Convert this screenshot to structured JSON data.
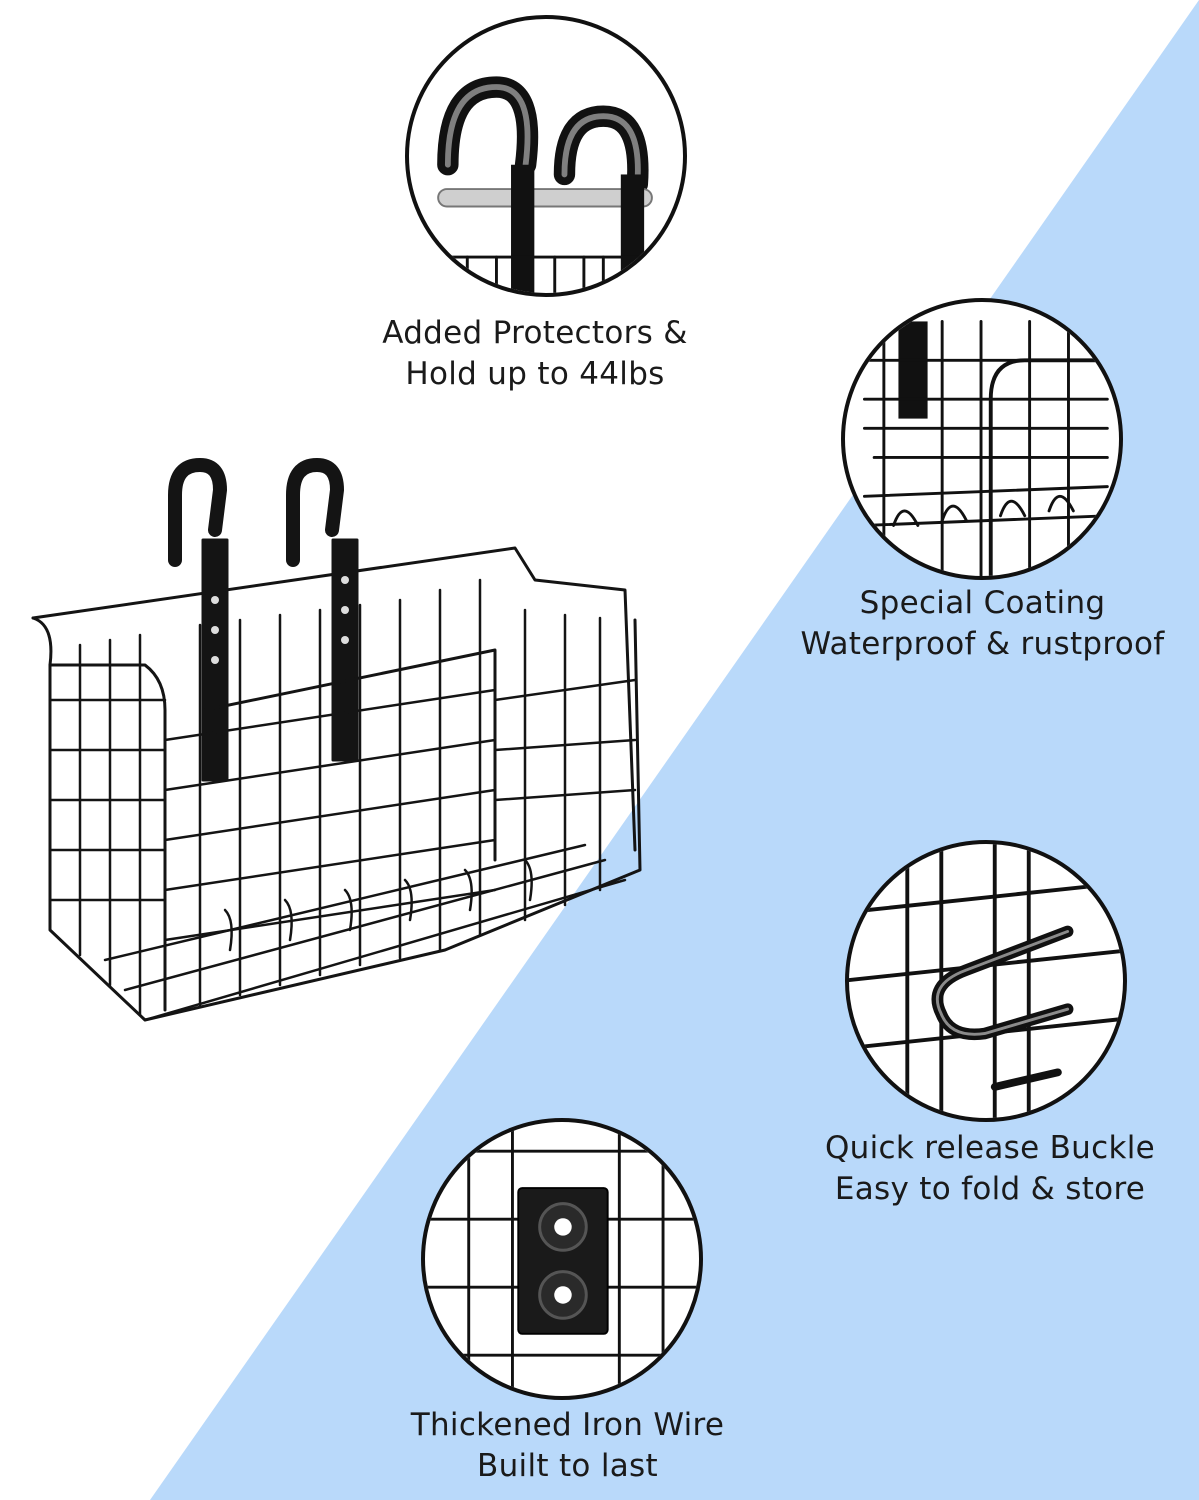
{
  "colors": {
    "background_white": "#ffffff",
    "background_blue": "#b9d9fa",
    "wire": "#141414"
  },
  "features": [
    {
      "id": "protectors",
      "icon": "hook-protector-icon",
      "line1": "Added Protectors &",
      "line2": "Hold up to 44lbs"
    },
    {
      "id": "coating",
      "icon": "wire-grid-icon",
      "line1": "Special Coating",
      "line2": "Waterproof & rustproof"
    },
    {
      "id": "buckle",
      "icon": "buckle-icon",
      "line1": "Quick release Buckle",
      "line2": "Easy to fold & store"
    },
    {
      "id": "wire",
      "icon": "plate-icon",
      "line1": "Thickened Iron Wire",
      "line2": "Built to last"
    }
  ]
}
